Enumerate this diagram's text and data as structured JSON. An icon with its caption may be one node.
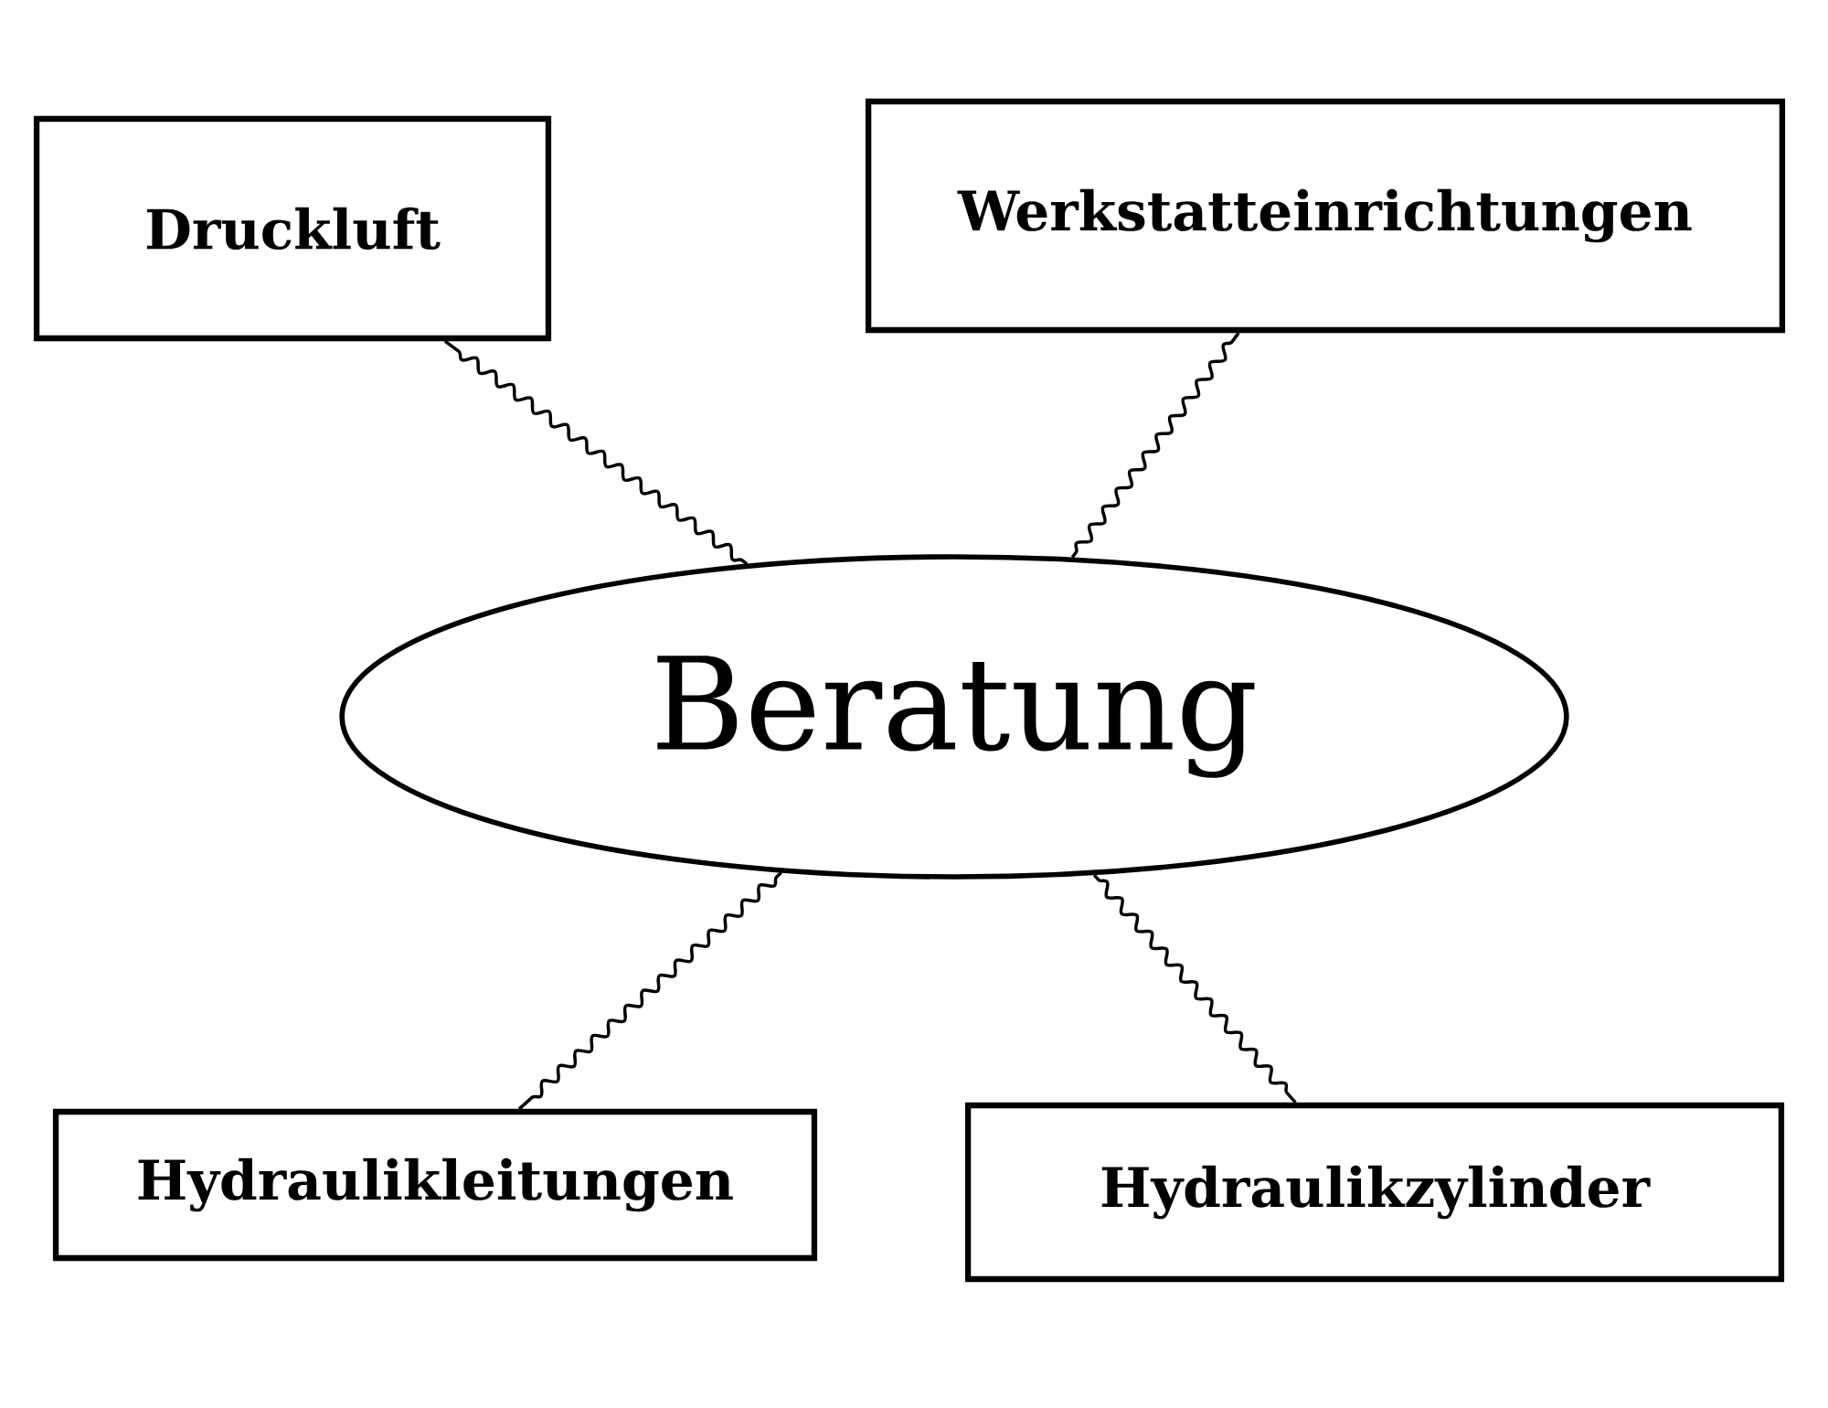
{
  "diagram": {
    "nodes": [
      {
        "text": [
          "Beratung"
        ]
      },
      {
        "text": [
          "Druckluft"
        ]
      },
      {
        "text": [
          "Werkstatteinrichtungen"
        ]
      },
      {
        "text": [
          "Hydraulikleitungen"
        ]
      },
      {
        "text": [
          "Hydraulikzylinder"
        ]
      }
    ],
    "edges": [
      {
        "from": 0,
        "to": 1,
        "arrow": "none"
      },
      {
        "from": 0,
        "to": 2,
        "arrow": "none"
      },
      {
        "from": 0,
        "to": 3,
        "arrow": "none"
      },
      {
        "from": 0,
        "to": 4,
        "arrow": "none"
      }
    ]
  }
}
